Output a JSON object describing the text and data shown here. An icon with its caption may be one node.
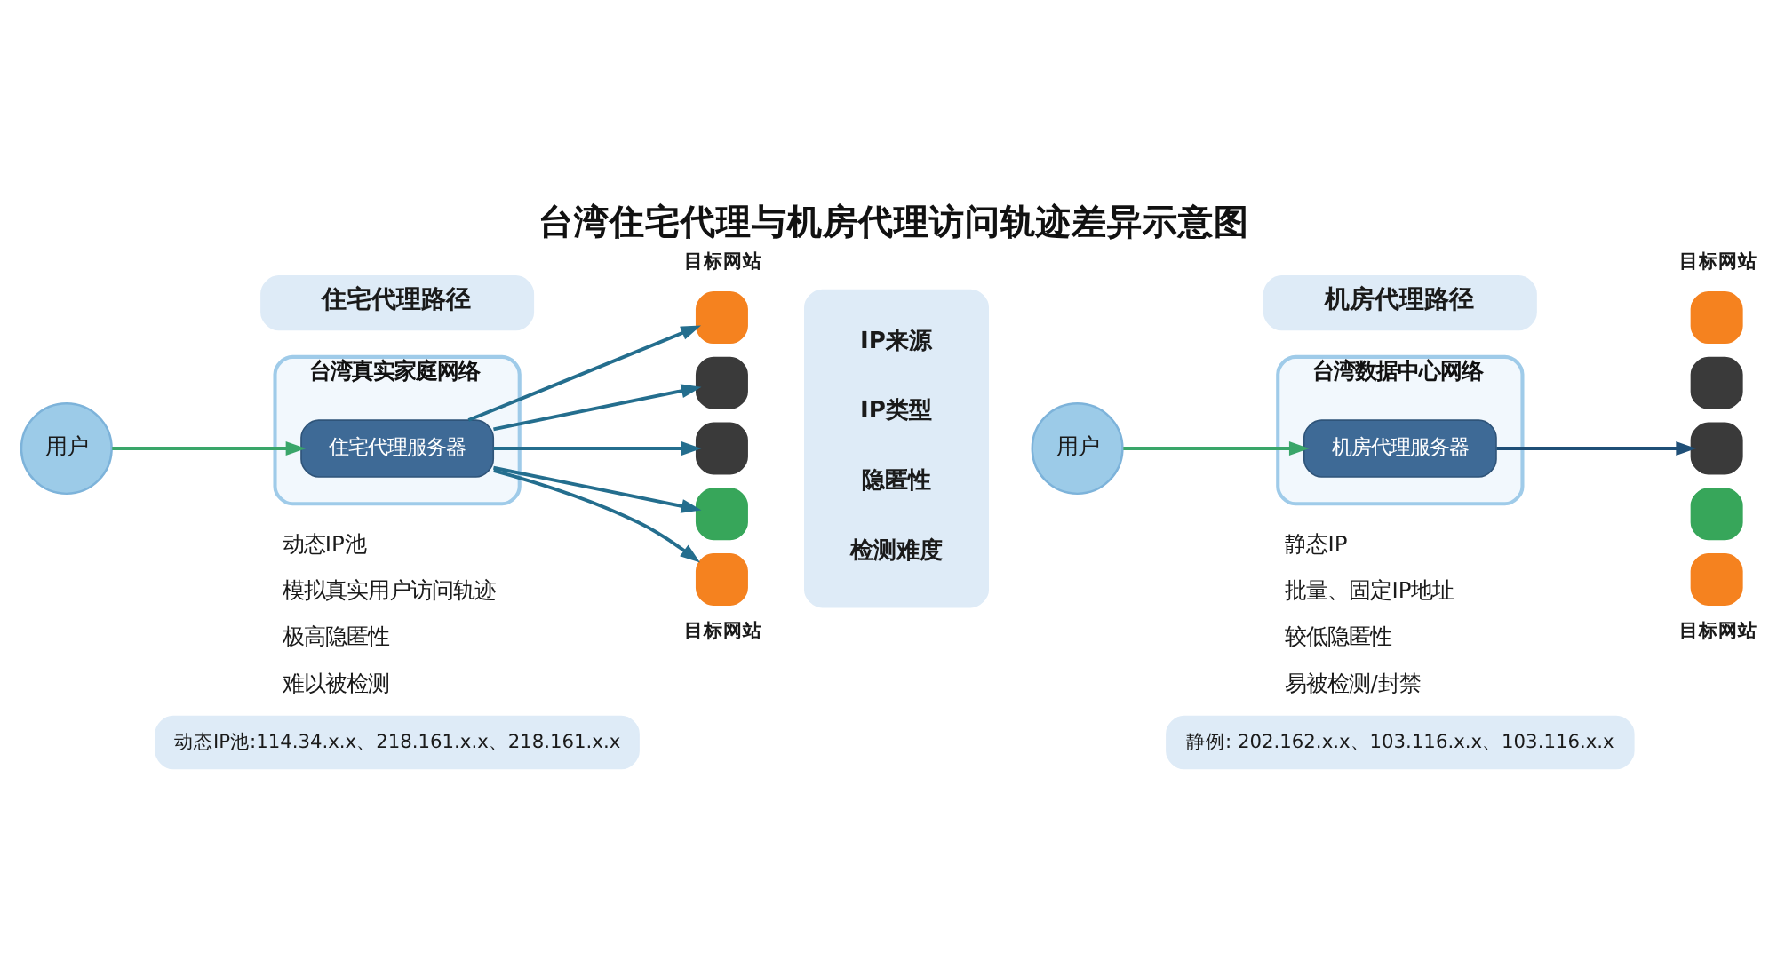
{
  "diagram": {
    "title": "台湾住宅代理与机房代理访问轨迹差异示意图",
    "nodes": [
      {
        "text": [
          "住宅代理路径"
        ]
      },
      {
        "text": [
          "用户"
        ]
      },
      {
        "text": [
          "台湾真实家庭网络"
        ]
      },
      {
        "text": [
          "住宅代理服务器"
        ],
        "in": 2
      },
      {
        "text": [],
        "shape": "box",
        "beside": [
          "目标网站"
        ]
      },
      {
        "text": [],
        "shape": "box"
      },
      {
        "text": [],
        "shape": "box"
      },
      {
        "text": [],
        "shape": "box"
      },
      {
        "text": [],
        "shape": "box",
        "beside": [
          "目标网站"
        ]
      },
      {
        "text": [
          "动态IP池:114.34.x.x、218.161.x.x、218.161.x.x"
        ]
      },
      {
        "text": [
          "IP来源",
          "IP类型",
          "隐匿性",
          "检测难度"
        ]
      },
      {
        "text": [
          "机房代理路径"
        ]
      },
      {
        "text": [
          "用户"
        ]
      },
      {
        "text": [
          "台湾数据中心网络"
        ]
      },
      {
        "text": [
          "机房代理服务器"
        ],
        "in": 13
      },
      {
        "text": [],
        "shape": "box",
        "beside": [
          "目标网站"
        ]
      },
      {
        "text": [],
        "shape": "box"
      },
      {
        "text": [],
        "shape": "box"
      },
      {
        "text": [],
        "shape": "box"
      },
      {
        "text": [],
        "shape": "box",
        "beside": [
          "目标网站"
        ]
      },
      {
        "text": [
          "静例: 202.162.x.x、103.116.x.x、103.116.x.x"
        ]
      }
    ],
    "edges": [
      {
        "from": 1,
        "to": 3,
        "arrow": "to",
        "color": "#3aa66a"
      },
      {
        "from": 3,
        "to": 4,
        "arrow": "to"
      },
      {
        "from": 3,
        "to": 5,
        "arrow": "to"
      },
      {
        "from": 3,
        "to": 6,
        "arrow": "to"
      },
      {
        "from": 3,
        "to": 7,
        "arrow": "to"
      },
      {
        "from": 3,
        "to": 8,
        "arrow": "to"
      },
      {
        "from": 12,
        "to": 14,
        "arrow": "to",
        "color": "#3aa66a"
      },
      {
        "from": 14,
        "to": 17,
        "arrow": "to",
        "color": "#1f4f77"
      }
    ],
    "labels": [
      "动态IP池",
      "模拟真实用户访问轨迹",
      "极高隐匿性",
      "难以被检测",
      "静态IP",
      "批量、固定IP地址",
      "较低隐匿性",
      "易被检测/封禁"
    ]
  }
}
